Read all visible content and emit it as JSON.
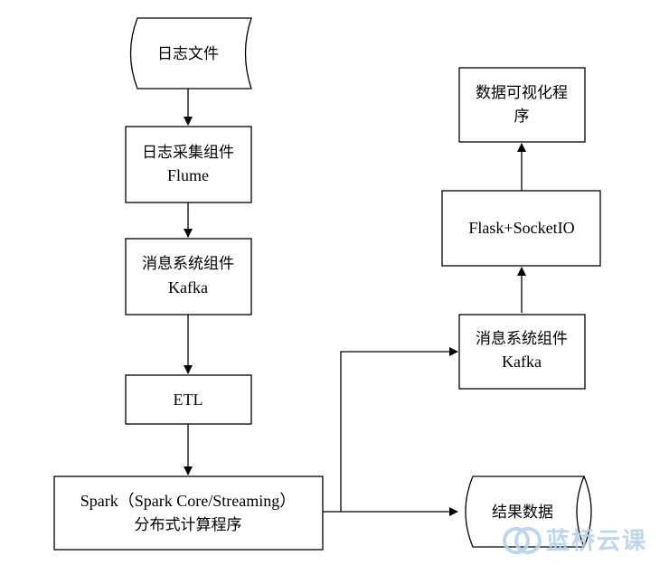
{
  "nodes": {
    "log_file": {
      "label": "日志文件"
    },
    "flume": {
      "line1": "日志采集组件",
      "line2": "Flume"
    },
    "kafka_left": {
      "line1": "消息系统组件",
      "line2": "Kafka"
    },
    "etl": {
      "label": "ETL"
    },
    "spark": {
      "line1": "Spark（Spark Core/Streaming）",
      "line2": "分布式计算程序"
    },
    "kafka_right": {
      "line1": "消息系统组件",
      "line2": "Kafka"
    },
    "flask": {
      "label": "Flask+SocketIO"
    },
    "visual": {
      "line1": "数据可视化程",
      "line2": "序"
    },
    "result": {
      "label": "结果数据"
    }
  },
  "watermark": {
    "text": "蓝桥云课"
  }
}
